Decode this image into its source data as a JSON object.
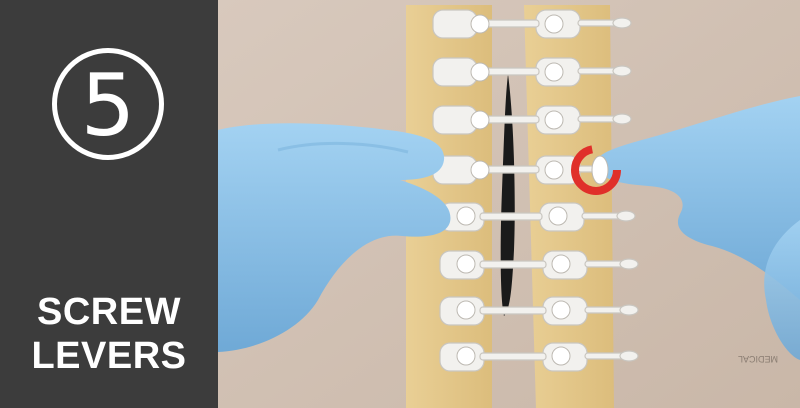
{
  "sidebar": {
    "step_number": "5",
    "title_line1": "SCREW",
    "title_line2": "LEVERS",
    "bg_color": "#3c3c3c",
    "text_color": "#ffffff"
  },
  "illustration": {
    "watermark_text": "MEDICAL",
    "highlight_color": "#e0302a",
    "glove_color": "#8fc4ea",
    "tape_color": "#e6c88a",
    "skin_color": "#d2c2b5"
  }
}
